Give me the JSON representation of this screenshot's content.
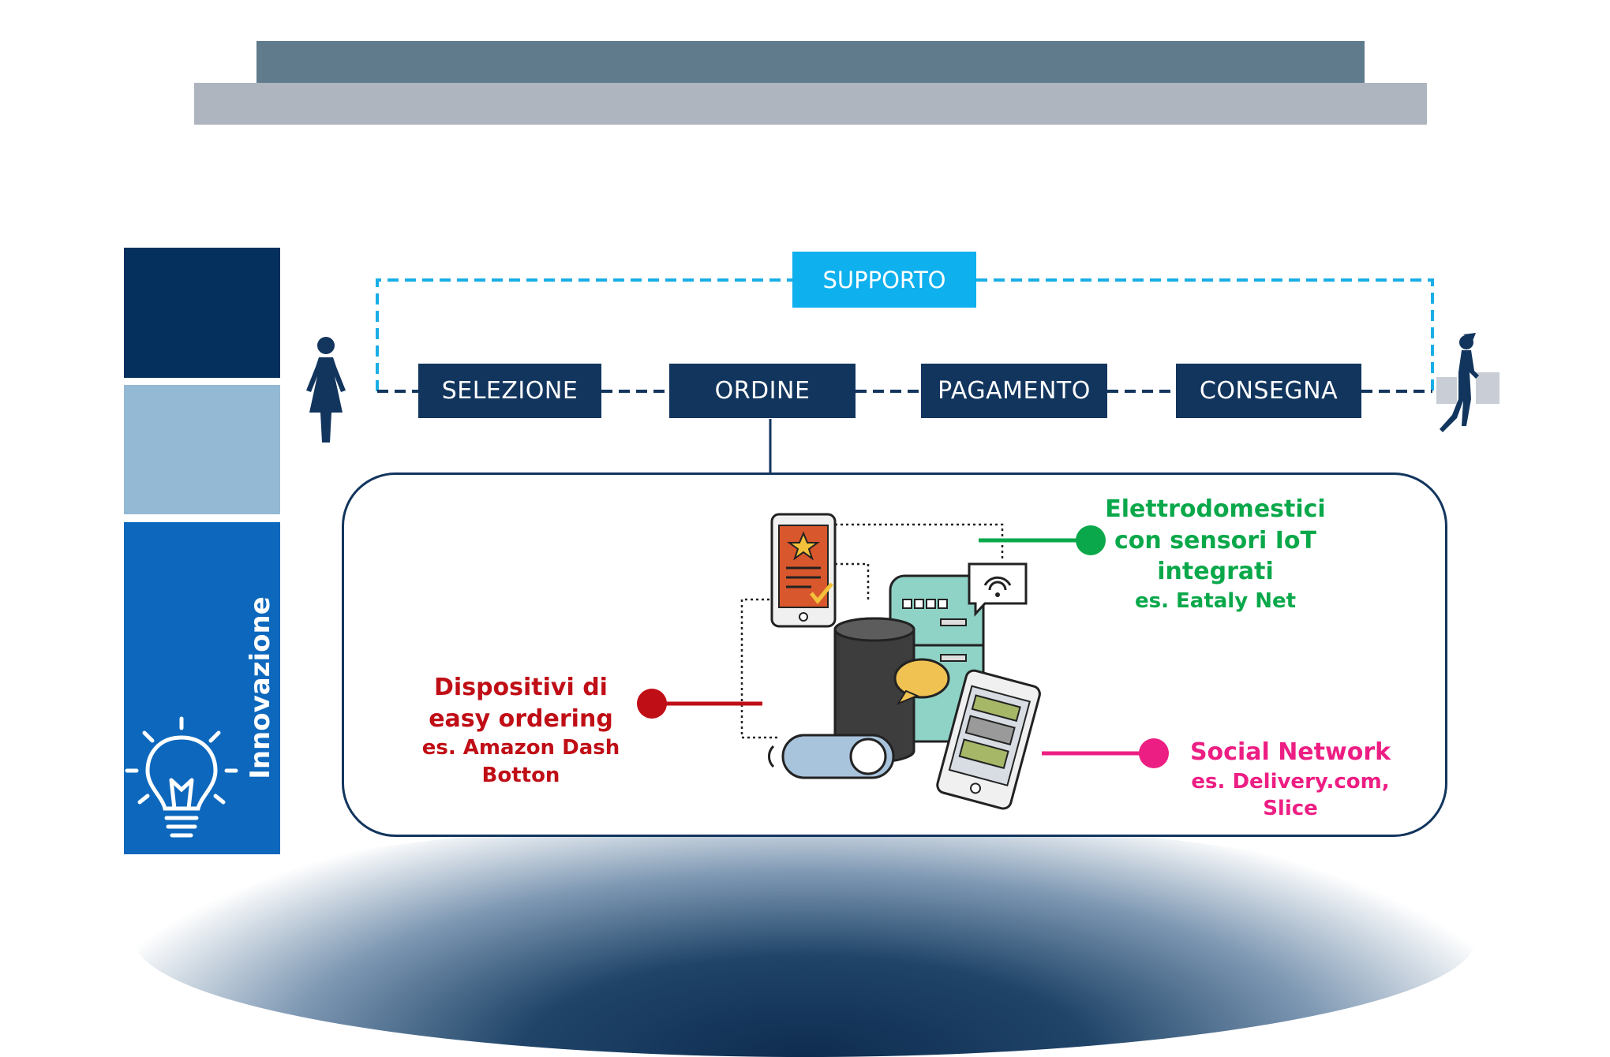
{
  "header": {
    "bands": [
      "top-band",
      "bottom-band"
    ]
  },
  "sidebar": {
    "label": "Innovazione",
    "icon": "lightbulb-icon"
  },
  "flow": {
    "support_label": "SUPPORTO",
    "steps": [
      {
        "label": "SELEZIONE"
      },
      {
        "label": "ORDINE"
      },
      {
        "label": "PAGAMENTO"
      },
      {
        "label": "CONSEGNA"
      }
    ]
  },
  "callouts": {
    "iot": {
      "lines": [
        "Elettrodomestici",
        "con sensori IoT",
        "integrati"
      ],
      "example": "es. Eataly Net",
      "color": "#0aa84a"
    },
    "easy_ordering": {
      "lines": [
        "Dispositivi di",
        "easy ordering"
      ],
      "example_lines": [
        "es. Amazon Dash",
        "Botton"
      ],
      "color": "#c00e16"
    },
    "social": {
      "title": "Social Network",
      "example_lines": [
        "es. Delivery.com,",
        "Slice"
      ],
      "color": "#ed1e83"
    }
  },
  "colors": {
    "navy": "#12355e",
    "support": "#0fb0ee",
    "sidebar_blue": "#0d68bd",
    "sidebar_light": "#93b9d5"
  }
}
